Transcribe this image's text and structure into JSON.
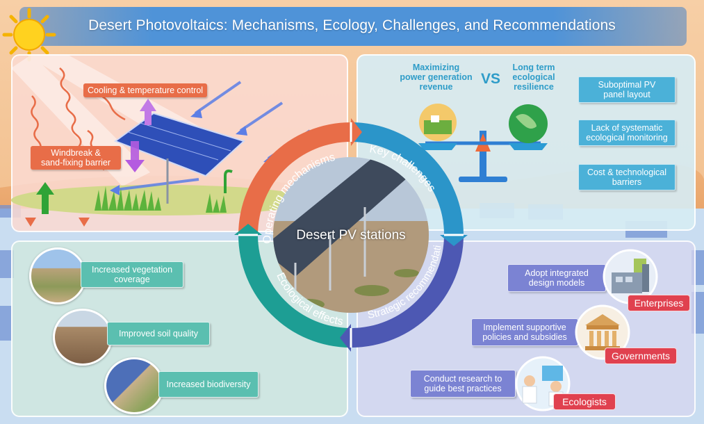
{
  "title": "Desert Photovoltaics: Mechanisms, Ecology, Challenges, and Recommendations",
  "center": {
    "label": "Desert PV stations",
    "segments": {
      "mechanisms": "Operating mechanisms",
      "challenges": "Key challenges",
      "recommendations": "Strategic recommendations",
      "effects": "Ecological effects"
    }
  },
  "mechanisms": {
    "cooling": "Cooling & temperature control",
    "windbreak_line1": "Windbreak &",
    "windbreak_line2": "sand-fixing barrier"
  },
  "challenges": {
    "left_line1": "Maximizing",
    "left_line2": "power generation",
    "left_line3": "revenue",
    "vs": "VS",
    "right_line1": "Long term",
    "right_line2": "ecological",
    "right_line3": "resilience",
    "items": [
      {
        "line1": "Suboptimal PV",
        "line2": "panel layout"
      },
      {
        "line1": "Lack of systematic",
        "line2": "ecological monitoring"
      },
      {
        "line1": "Cost & technological",
        "line2": "barriers"
      }
    ]
  },
  "effects": {
    "items": [
      {
        "line1": "Increased vegetation",
        "line2": "coverage"
      },
      {
        "line1": "Improved soil quality",
        "line2": ""
      },
      {
        "line1": "Increased biodiversity",
        "line2": ""
      }
    ]
  },
  "recommendations": {
    "items": [
      {
        "line1": "Adopt integrated",
        "line2": "design models",
        "actor": "Enterprises"
      },
      {
        "line1": "Implement supportive",
        "line2": "policies and subsidies",
        "actor": "Governments"
      },
      {
        "line1": "Conduct research to",
        "line2": "guide best practices",
        "actor": "Ecologists"
      }
    ]
  },
  "colors": {
    "orange": "#e86d48",
    "blue": "#2b95c9",
    "purple": "#4d58b3",
    "teal": "#1d9e94",
    "red": "#e0414f",
    "title_bar": "#4f93d8"
  },
  "icons": [
    "sun-icon",
    "solar-panel-icon",
    "grass-icon",
    "globe-icon",
    "balance-scale-icon",
    "factory-icon",
    "government-building-icon",
    "scientist-icon"
  ]
}
